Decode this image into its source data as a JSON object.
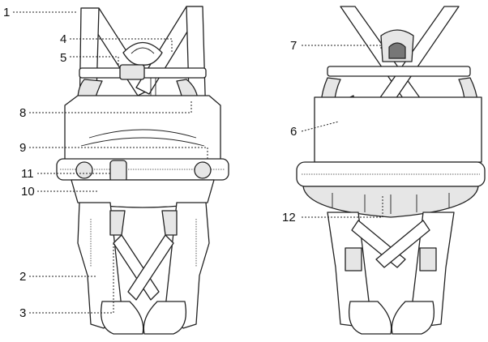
{
  "callouts": {
    "front": [
      {
        "id": "1",
        "label": "1"
      },
      {
        "id": "4",
        "label": "4"
      },
      {
        "id": "5",
        "label": "5"
      },
      {
        "id": "8",
        "label": "8"
      },
      {
        "id": "9",
        "label": "9"
      },
      {
        "id": "11",
        "label": "11"
      },
      {
        "id": "10",
        "label": "10"
      },
      {
        "id": "2",
        "label": "2"
      },
      {
        "id": "3",
        "label": "3"
      }
    ],
    "back": [
      {
        "id": "7",
        "label": "7"
      },
      {
        "id": "6",
        "label": "6"
      },
      {
        "id": "12",
        "label": "12"
      }
    ]
  },
  "colors": {
    "outline": "#222222",
    "fill": "#ffffff",
    "shade": "#e6e6e6"
  }
}
